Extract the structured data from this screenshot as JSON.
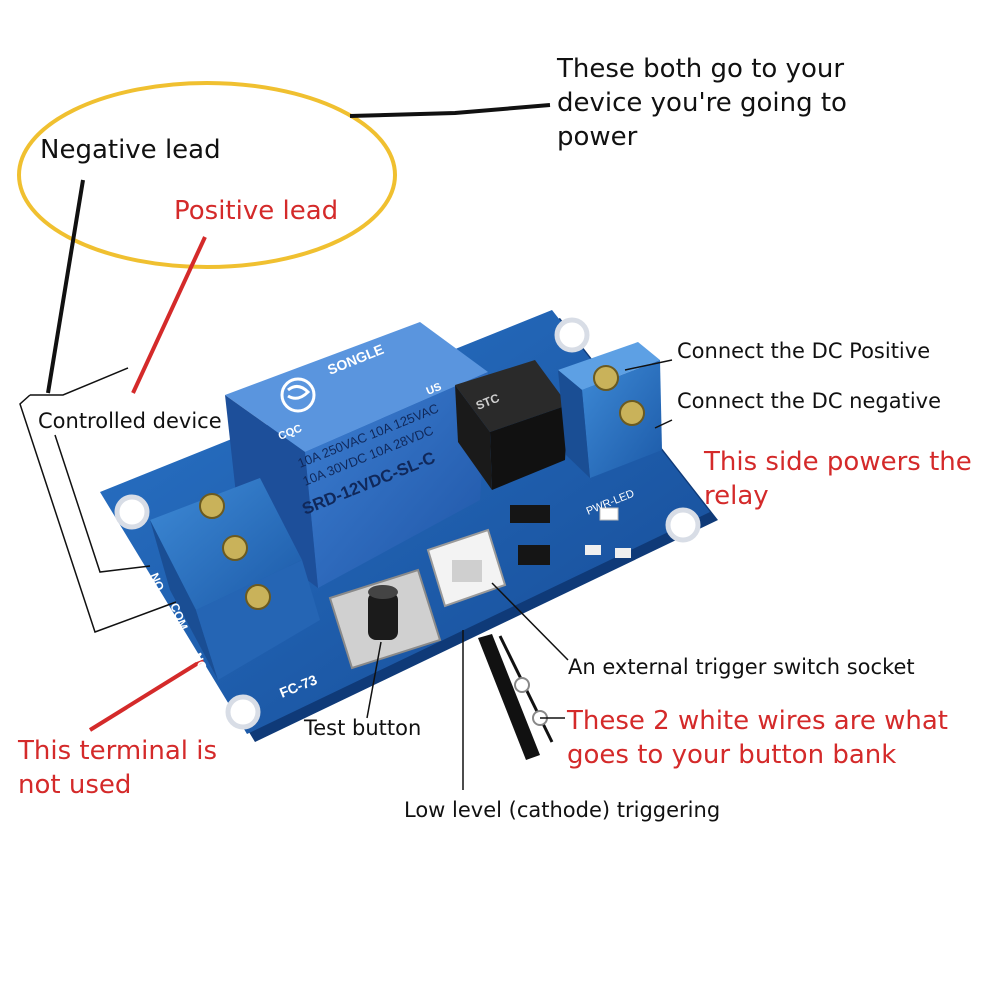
{
  "labels": {
    "device_note": [
      "These both go to your",
      "device you're going to",
      "power"
    ],
    "negative_lead": "Negative lead",
    "positive_lead": "Positive lead",
    "controlled_device": "Controlled device",
    "dc_positive": "Connect the DC Positive",
    "dc_negative": "Connect the DC negative",
    "powers_relay": [
      "This side powers the",
      "relay"
    ],
    "trigger_socket": "An external trigger switch socket",
    "white_wires": [
      "These 2 white wires are what",
      "goes to your button bank"
    ],
    "test_button": "Test button",
    "unused_terminal": [
      "This terminal is",
      "not used"
    ],
    "low_level": "Low level (cathode) triggering"
  },
  "board": {
    "relay_brand": "SONGLE",
    "relay_ratings_1": "10A 250VAC  10A 125VAC",
    "relay_ratings_2": "10A 30VDC  10A 28VDC",
    "relay_model": "SRD-12VDC-SL-C",
    "cert_mark": "CQC",
    "ul_mark": "US",
    "chip_marking": "STC",
    "pwr_led": "PWR-LED",
    "model_silk": "FC-73",
    "term_no": "NO",
    "term_com": "COM",
    "term_nc": "NC"
  },
  "colors": {
    "pcb": "#1d5fb0",
    "relay": "#2f6cc2",
    "terminal": "#2e78c8",
    "ellipse": "#f0c030",
    "red_text": "#d42a2a",
    "dark_text": "#111111"
  }
}
